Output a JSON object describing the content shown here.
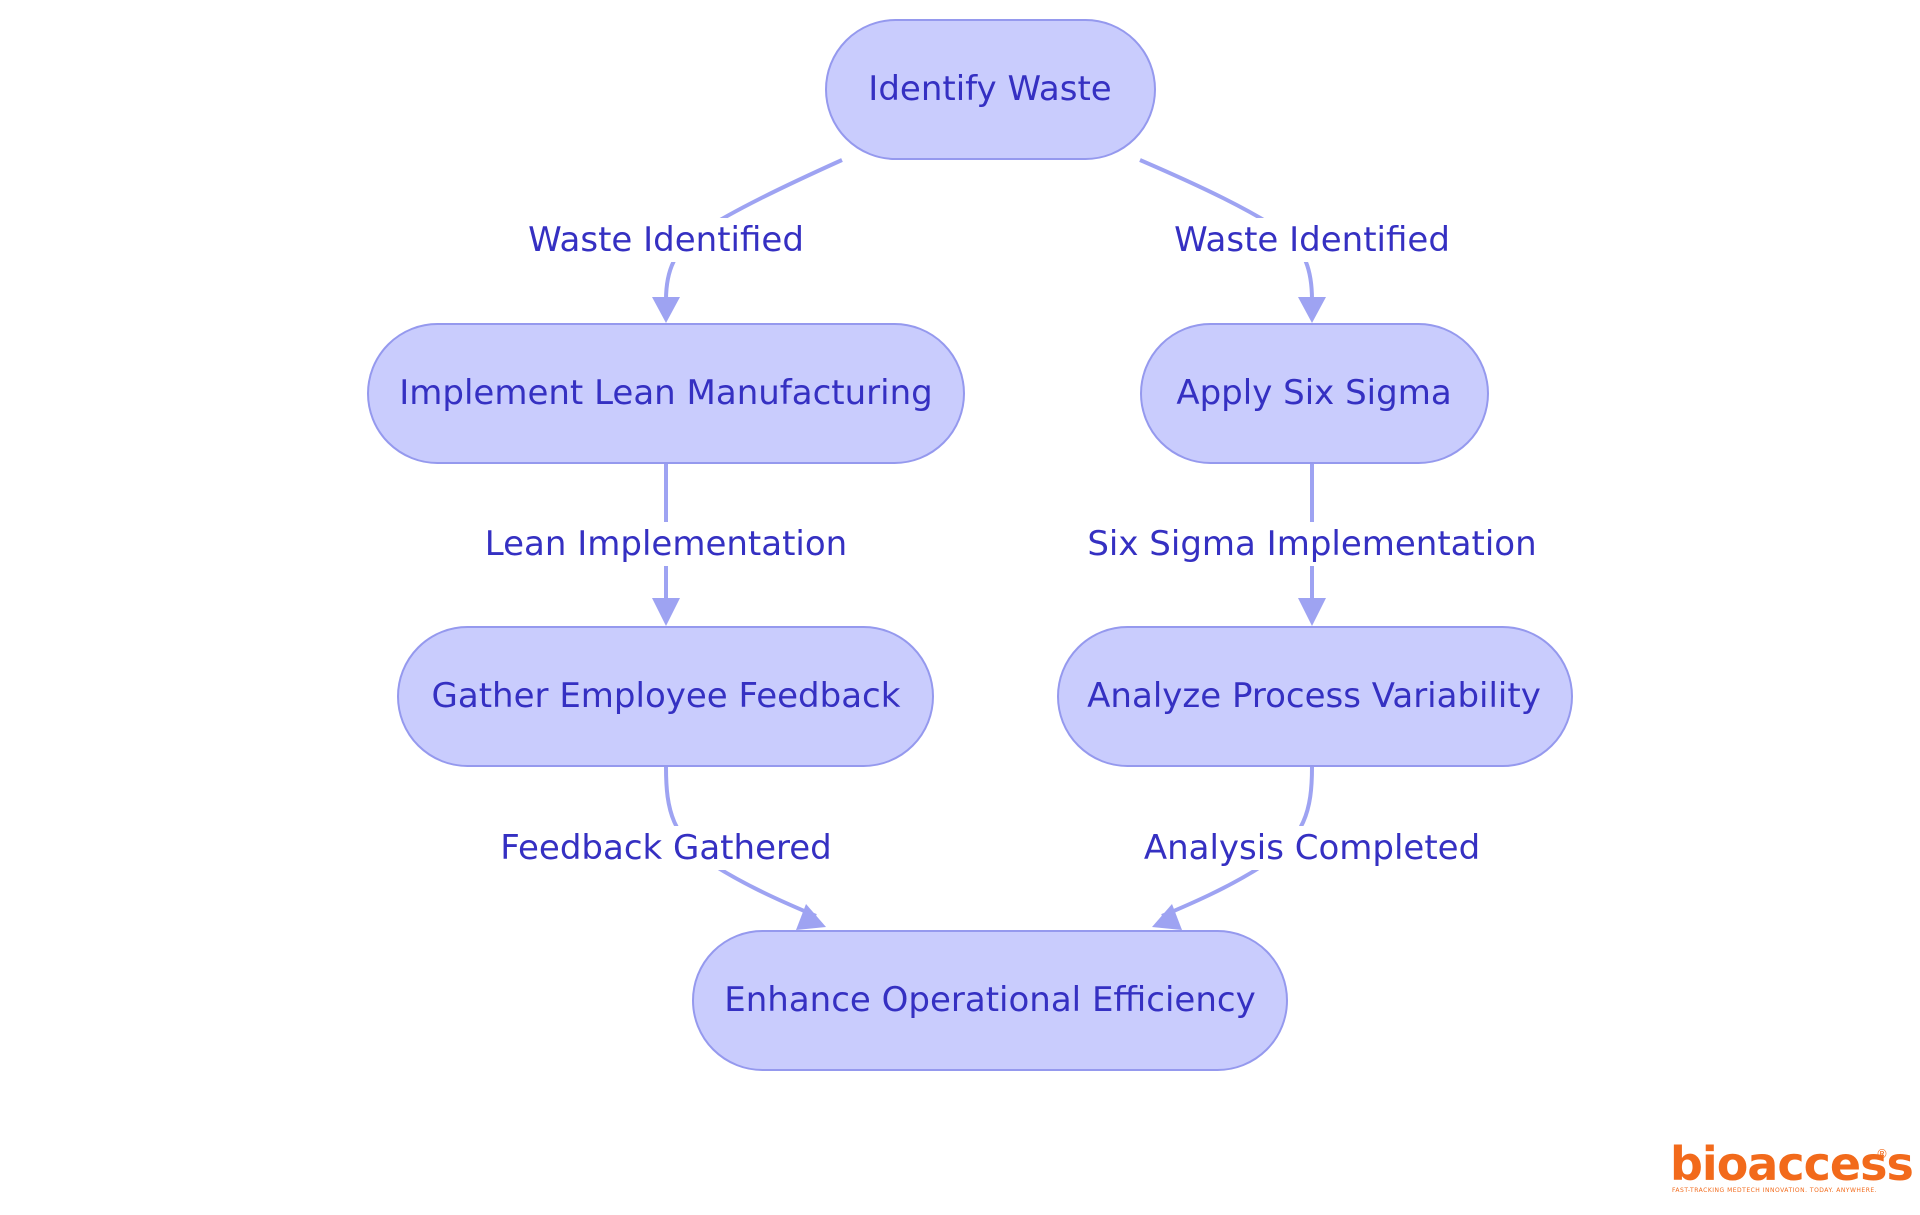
{
  "diagram": {
    "nodes": {
      "identify_waste": "Identify Waste",
      "implement_lean": "Implement Lean Manufacturing",
      "apply_six_sigma": "Apply Six Sigma",
      "gather_feedback": "Gather Employee Feedback",
      "analyze_variability": "Analyze Process Variability",
      "enhance_efficiency": "Enhance Operational Efficiency"
    },
    "edges": {
      "waste_to_lean": "Waste Identified",
      "waste_to_sigma": "Waste Identified",
      "lean_to_feedback": "Lean Implementation",
      "sigma_to_variability": "Six Sigma Implementation",
      "feedback_to_efficiency": "Feedback Gathered",
      "variability_to_efficiency": "Analysis Completed"
    },
    "colors": {
      "node_fill": "#c9ccfd",
      "node_stroke": "#9599ee",
      "text": "#3530c2",
      "edge": "#9ea3f2"
    }
  },
  "logo": {
    "text": "bioaccess",
    "registered": "®",
    "tagline": "FAST-TRACKING MEDTECH INNOVATION. TODAY. ANYWHERE.",
    "color": "#f26a1b"
  }
}
